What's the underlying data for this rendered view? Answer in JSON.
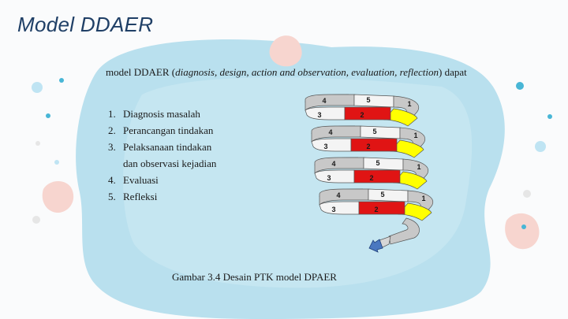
{
  "slide": {
    "title": "Model DDAER"
  },
  "content": {
    "intro_prefix": "model DDAER (",
    "intro_italic": "diagnosis, design, action and observation, evaluation, reflection",
    "intro_suffix": ") dapat",
    "steps": [
      {
        "num": "1.",
        "label": "Diagnosis masalah"
      },
      {
        "num": "2.",
        "label": "Perancangan tindakan"
      },
      {
        "num": "3.",
        "label": "Pelaksanaan tindakan"
      },
      {
        "num": "",
        "label": "dan observasi kejadian"
      },
      {
        "num": "4.",
        "label": "Evaluasi"
      },
      {
        "num": "5.",
        "label": "Refleksi"
      }
    ],
    "caption": "Gambar 3.4 Desain PTK model DPAER"
  },
  "spiral": {
    "cycles": [
      {
        "labels": [
          "1",
          "2",
          "3",
          "4",
          "5"
        ]
      },
      {
        "labels": [
          "1",
          "2",
          "3",
          "4",
          "5"
        ]
      },
      {
        "labels": [
          "1",
          "2",
          "3",
          "4",
          "5"
        ]
      },
      {
        "labels": [
          "1",
          "2",
          "3",
          "4",
          "5"
        ]
      }
    ],
    "colors": {
      "red": "#e01414",
      "yellow": "#ffff00",
      "gray": "#c8c8c8",
      "white": "#f4f4f4",
      "arrow": "#4a78c0"
    }
  },
  "colors": {
    "title": "#1f3f66",
    "blob_blue": "#b9e0ee",
    "blob_pink": "#f7d5cf"
  }
}
